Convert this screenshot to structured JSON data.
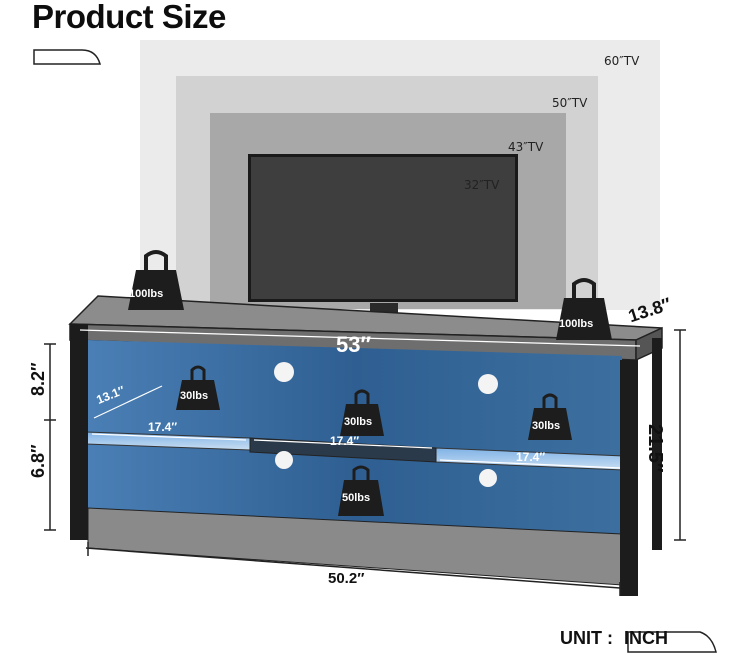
{
  "title": "Product Size",
  "tv_sizes": [
    "60″TV",
    "50″TV",
    "43″TV",
    "32″TV"
  ],
  "dimensions": {
    "top_width": "53″",
    "depth": "13.8″",
    "height": "21.5″",
    "upper_shelf_height": "8.2″",
    "lower_shelf_height": "6.8″",
    "bottom_width": "50.2″",
    "shelf_depth": "13.1″",
    "shelf_width_left": "17.4″",
    "shelf_width_middle": "17.4″",
    "shelf_width_right": "17.4″"
  },
  "weights": {
    "top_left": "100lbs",
    "top_right": "100lbs",
    "shelf_left": "30lbs",
    "shelf_middle": "30lbs",
    "shelf_right": "30lbs",
    "bottom": "50lbs"
  },
  "unit": {
    "label": "UNIT",
    "separator": ":",
    "value": "INCH"
  }
}
